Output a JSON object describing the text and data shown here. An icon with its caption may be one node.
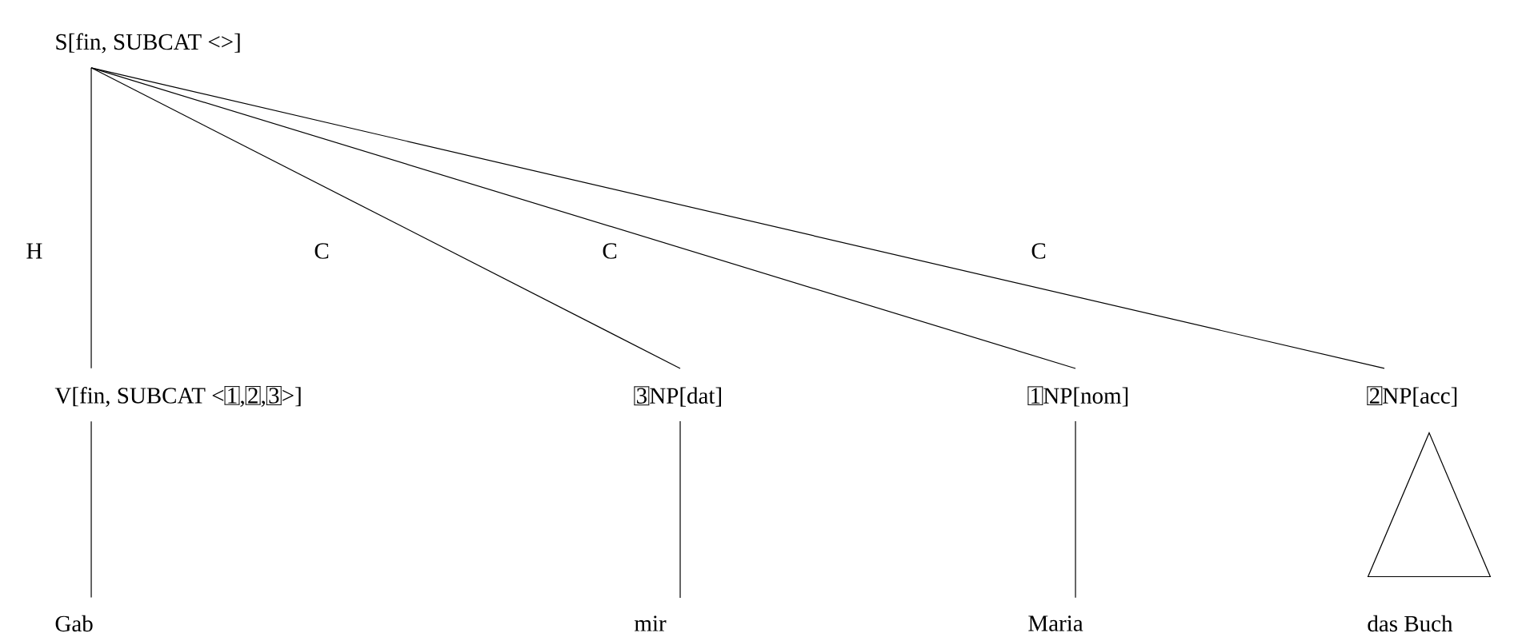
{
  "diagram": {
    "nodes": [
      {
        "text": [
          "S[fin, SUBCAT <>]"
        ]
      },
      {
        "text": [
          "V[fin, SUBCAT <",
          "1",
          ",",
          "2",
          ",",
          "3",
          ">]"
        ]
      },
      {
        "text": [
          "3",
          "NP[dat]"
        ]
      },
      {
        "text": [
          "1",
          "NP[nom]"
        ]
      },
      {
        "text": [
          "2",
          "NP[acc]"
        ]
      },
      {
        "text": [],
        "shape": "triangle"
      },
      {
        "text": [
          "Gab"
        ]
      },
      {
        "text": [
          "mir"
        ]
      },
      {
        "text": [
          "Maria"
        ]
      },
      {
        "text": [
          "das Buch"
        ]
      }
    ],
    "edges": [
      {
        "from": 0,
        "to": 1,
        "arrow": "none",
        "label": "H"
      },
      {
        "from": 0,
        "to": 2,
        "arrow": "none",
        "label": "C"
      },
      {
        "from": 0,
        "to": 3,
        "arrow": "none",
        "label": "C"
      },
      {
        "from": 0,
        "to": 4,
        "arrow": "none",
        "label": "C"
      },
      {
        "from": 1,
        "to": 6,
        "arrow": "none"
      },
      {
        "from": 2,
        "to": 7,
        "arrow": "none"
      },
      {
        "from": 3,
        "to": 8,
        "arrow": "none"
      }
    ]
  }
}
